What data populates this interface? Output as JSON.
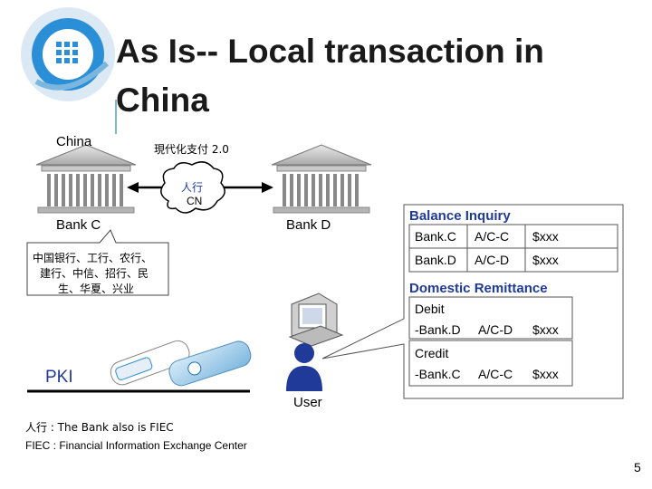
{
  "slide": {
    "title": "As Is-- Local transaction in China",
    "page_number": "5"
  },
  "diagram": {
    "region_label": "China",
    "payment_system": "現代化支付 2.0",
    "hub": {
      "line1": "人行",
      "line2": "CN"
    },
    "bank_c": "Bank C",
    "bank_d": "Bank D",
    "bank_list": [
      "中国银行、工行、农行、",
      "建行、中信、招行、民",
      "生、华夏、兴业"
    ],
    "pki_label": "PKI",
    "user_label": "User",
    "balance_inquiry": {
      "title": "Balance Inquiry",
      "rows": [
        [
          "Bank.C",
          "A/C-C",
          "$xxx"
        ],
        [
          "Bank.D",
          "A/C-D",
          "$xxx"
        ]
      ]
    },
    "domestic_remittance": {
      "title": "Domestic Remittance",
      "debit": {
        "label": "Debit",
        "bank": "-Bank.D",
        "account": "A/C-D",
        "amount": "$xxx"
      },
      "credit": {
        "label": "Credit",
        "bank": "-Bank.C",
        "account": "A/C-C",
        "amount": "$xxx"
      }
    }
  },
  "footnotes": [
    "人行 : The Bank also is FIEC",
    "FIEC : Financial Information Exchange Center"
  ],
  "colors": {
    "accent_blue": "#1f3a99",
    "logo_blue": "#2a8fd6"
  },
  "icons": [
    "globe-logo-icon",
    "bank-building-icon",
    "cloud-icon",
    "computer-icon",
    "user-icon",
    "usb-token-icon"
  ]
}
